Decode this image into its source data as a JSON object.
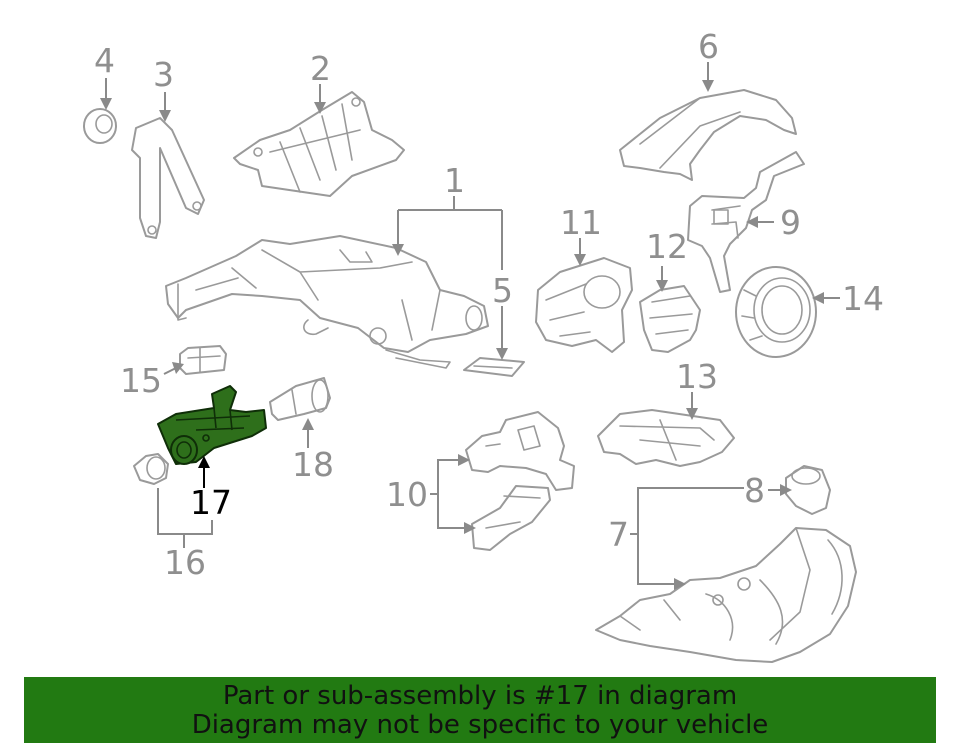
{
  "callouts": {
    "c1": "1",
    "c2": "2",
    "c3": "3",
    "c4": "4",
    "c5": "5",
    "c6": "6",
    "c7": "7",
    "c8": "8",
    "c9": "9",
    "c10": "10",
    "c11": "11",
    "c12": "12",
    "c13": "13",
    "c14": "14",
    "c15": "15",
    "c16": "16",
    "c17": "17",
    "c18": "18"
  },
  "highlighted_part": "17",
  "banner": {
    "line1": "Part or sub-assembly is #17 in diagram",
    "line2": "Diagram may not be specific to your vehicle"
  },
  "colors": {
    "highlight_fill": "#2e6f1b",
    "banner_bg": "#227a12",
    "line_gray": "#9a9a9a"
  }
}
